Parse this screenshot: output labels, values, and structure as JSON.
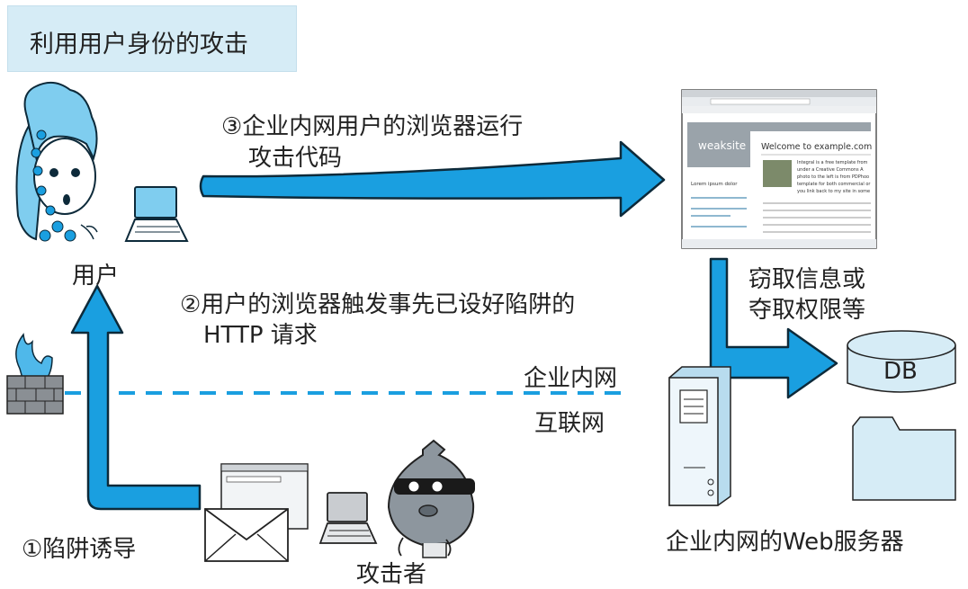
{
  "title": "利用用户身份的攻击",
  "labels": {
    "user": "用户",
    "attacker": "攻击者",
    "step1": "①陷阱诱导",
    "step2_line1": "②用户的浏览器触发事先已设好陷阱的",
    "step2_line2": "HTTP 请求",
    "step3_line1": "③企业内网用户的浏览器运行",
    "step3_line2": "攻击代码",
    "intranet": "企业内网",
    "internet": "互联网",
    "steal_line1": "窃取信息或",
    "steal_line2": "夺取权限等",
    "db": "DB",
    "server": "企业内网的Web服务器"
  },
  "browser": {
    "site_name": "weaksite",
    "welcome": "Welcome to example.com",
    "sidebar_heading": "Lorem ipsum dolor",
    "body_lines": [
      "Integral is a free template from",
      "under a Creative Commons A",
      "photo to the left is from PDPhoo",
      "template for both commercial or",
      "you link back to my site in some"
    ]
  },
  "colors": {
    "arrow": "#1a9fe0",
    "arrow_outline": "#0d2a3a",
    "boundary": "#1a9fe0",
    "title_bg": "#d6ecf6",
    "db_fill": "#d6ecf6",
    "server_fill": "#eef6fb"
  }
}
